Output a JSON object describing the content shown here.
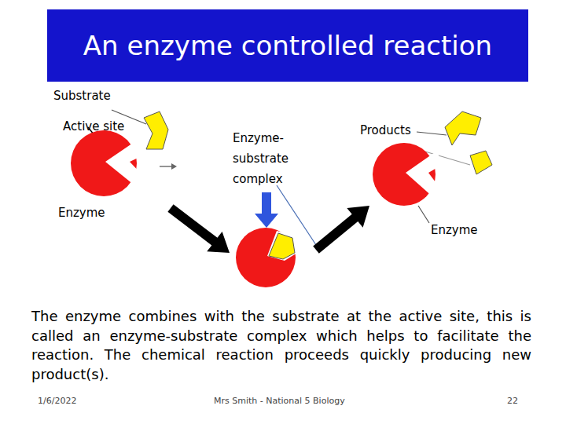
{
  "diagram": {
    "title": "An enzyme controlled reaction",
    "caption": "The enzyme combines with the substrate at the active site, this is called an enzyme-substrate complex which helps to facilitate the reaction. The chemical reaction proceeds quickly producing new product(s).",
    "nodes": [
      {
        "text": [
          "Enzyme"
        ]
      },
      {
        "text": [
          "Enzyme-substrate complex"
        ]
      },
      {
        "text": [
          "Enzyme"
        ]
      }
    ],
    "edges": [
      {
        "from": 0,
        "to": 1,
        "arrow": "to"
      },
      {
        "from": 1,
        "to": 2,
        "arrow": "to"
      }
    ],
    "labels": [
      "Substrate",
      "Active site",
      "Products",
      "1/6/2022",
      "Mrs Smith - National 5 Biology",
      "22"
    ]
  }
}
